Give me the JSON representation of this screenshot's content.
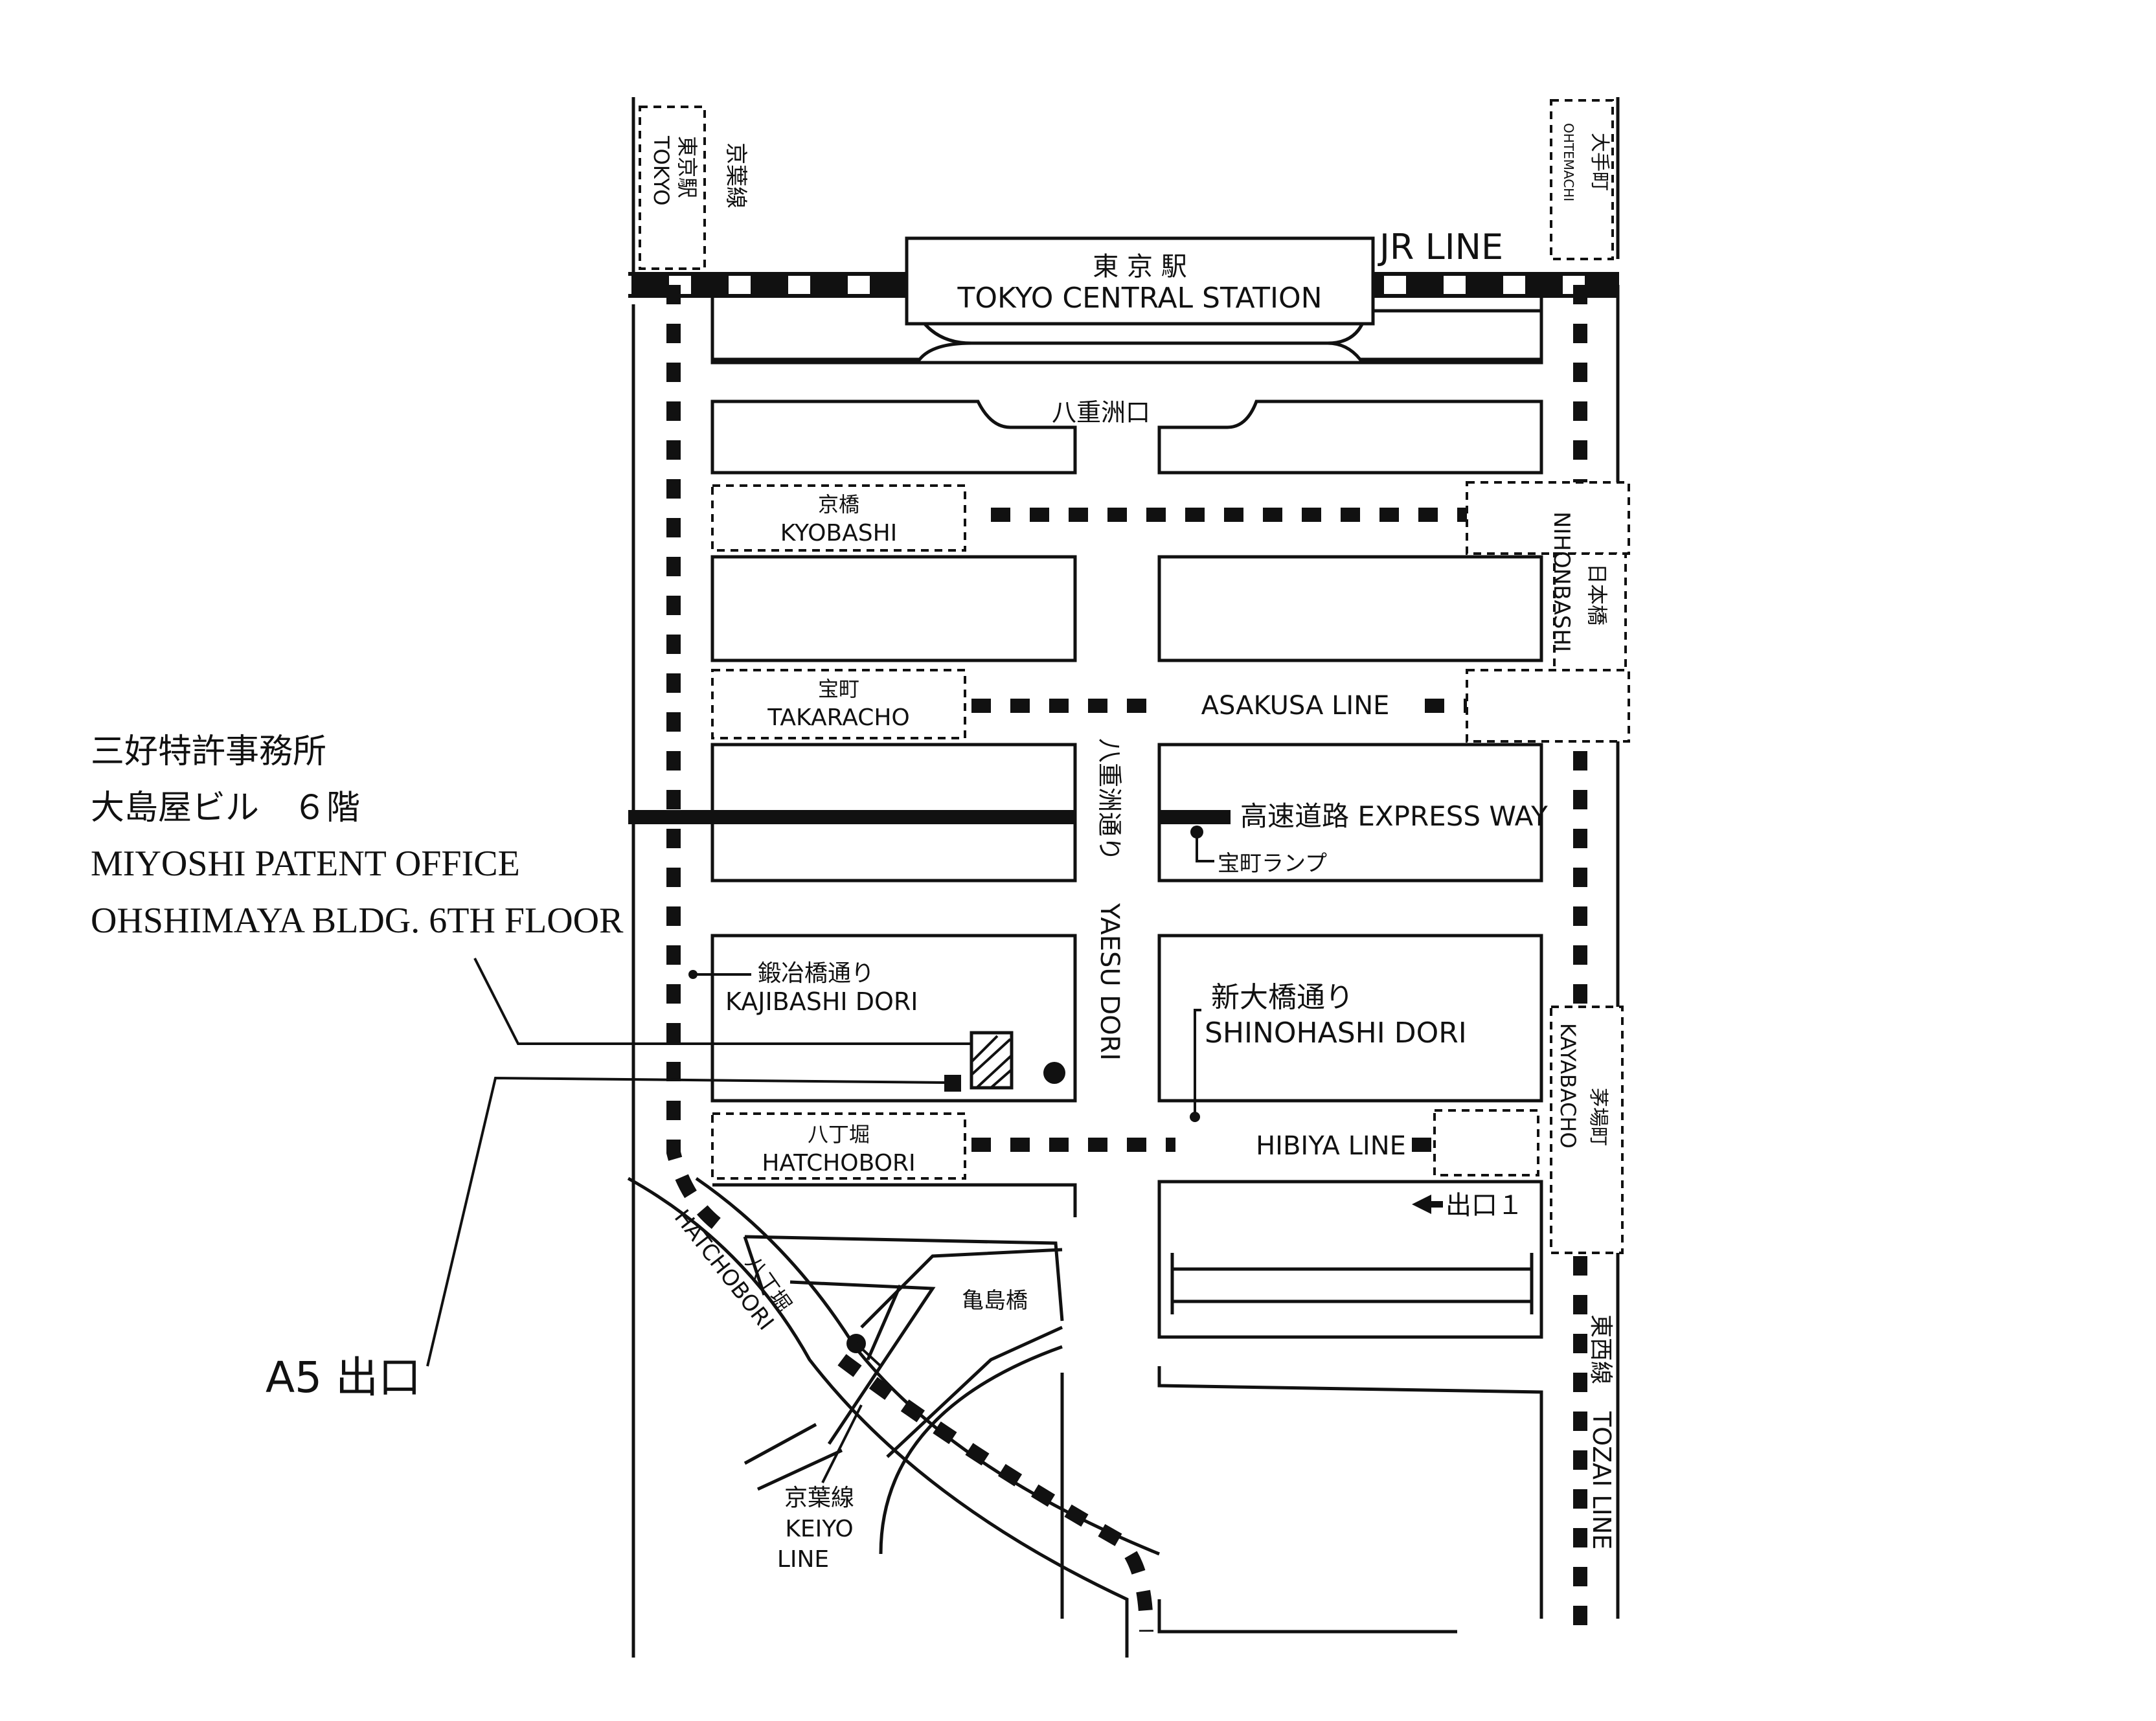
{
  "office": {
    "name_jp": "三好特許事務所",
    "building_jp": "大島屋ビル　６階",
    "name_en": "MIYOSHI PATENT OFFICE",
    "building_en": "OHSHIMAYA BLDG. 6TH FLOOR"
  },
  "exit_a5": "A5 出口",
  "stations": {
    "tokyo_central_jp": "東 京 駅",
    "tokyo_central_en": "TOKYO CENTRAL STATION",
    "jr_line": "JR LINE",
    "tokyo_jp": "東京駅",
    "tokyo_en": "TOKYO",
    "keiyo_top_jp": "京葉線",
    "otemachi_jp": "大手町",
    "otemachi_en": "OHTEMACHI",
    "yaesuguchi": "八重洲口",
    "kyobashi_jp": "京橋",
    "kyobashi_en": "KYOBASHI",
    "nihonbashi_jp": "日本橋",
    "nihonbashi_en": "NIHONBASHI",
    "takaracho_jp": "宝町",
    "takaracho_en": "TAKARACHO",
    "asakusa_line": "ASAKUSA LINE",
    "hatchobori_jp": "八丁堀",
    "hatchobori_en": "HATCHOBORI",
    "hibiya_line": "HIBIYA LINE",
    "kayabacho_jp": "茅場町",
    "kayabacho_en": "KAYABACHO",
    "exit1": "出口１",
    "tozai_jp": "東西線",
    "tozai_en": "TOZAI LINE",
    "keiyo_jp": "京葉線",
    "keiyo_en1": "KEIYO",
    "keiyo_en2": "LINE"
  },
  "roads": {
    "expressway": "高速道路 EXPRESS WAY",
    "takara_ramp": "宝町ランプ",
    "yaesu_dori_jp": "八重洲通り",
    "yaesu_dori_en": "YAESU DORI",
    "kajibashi_jp": "鍛冶橋通り",
    "kajibashi_en": "KAJIBASHI DORI",
    "shinohashi_jp": "新大橋通り",
    "shinohashi_en": "SHINOHASHI DORI",
    "hatchobori_dori_jp": "八丁堀",
    "hatchobori_dori_en": "HATCHOBORI",
    "kameshima": "亀島橋"
  }
}
